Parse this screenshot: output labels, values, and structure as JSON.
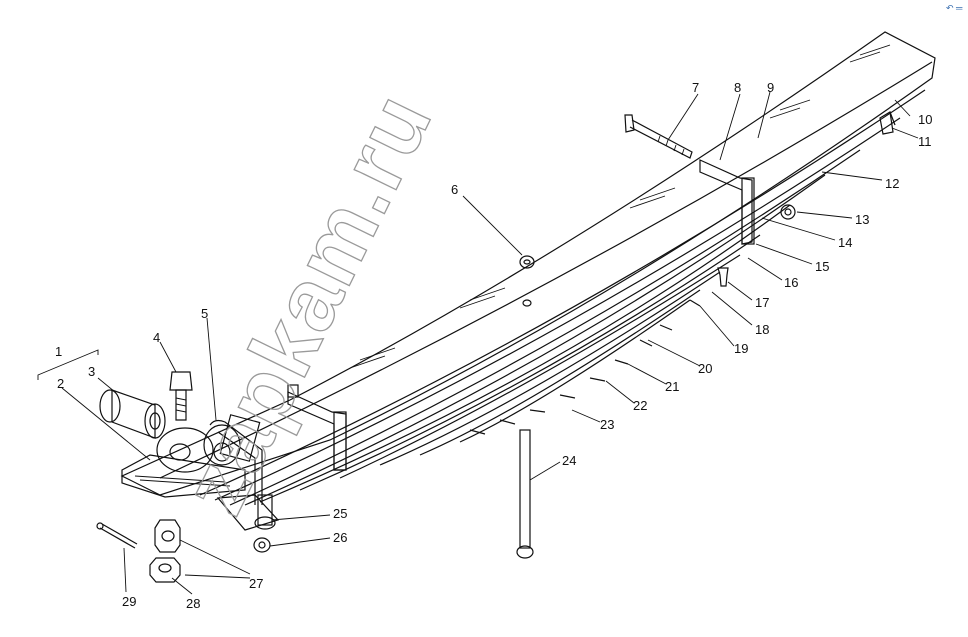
{
  "watermark": "zapkam.ru",
  "corner_mark": "↶ ═",
  "callouts": [
    "1",
    "2",
    "3",
    "4",
    "5",
    "6",
    "7",
    "8",
    "9",
    "10",
    "11",
    "12",
    "13",
    "14",
    "15",
    "16",
    "17",
    "18",
    "19",
    "20",
    "21",
    "22",
    "23",
    "24",
    "25",
    "26",
    "27",
    "28",
    "29"
  ]
}
